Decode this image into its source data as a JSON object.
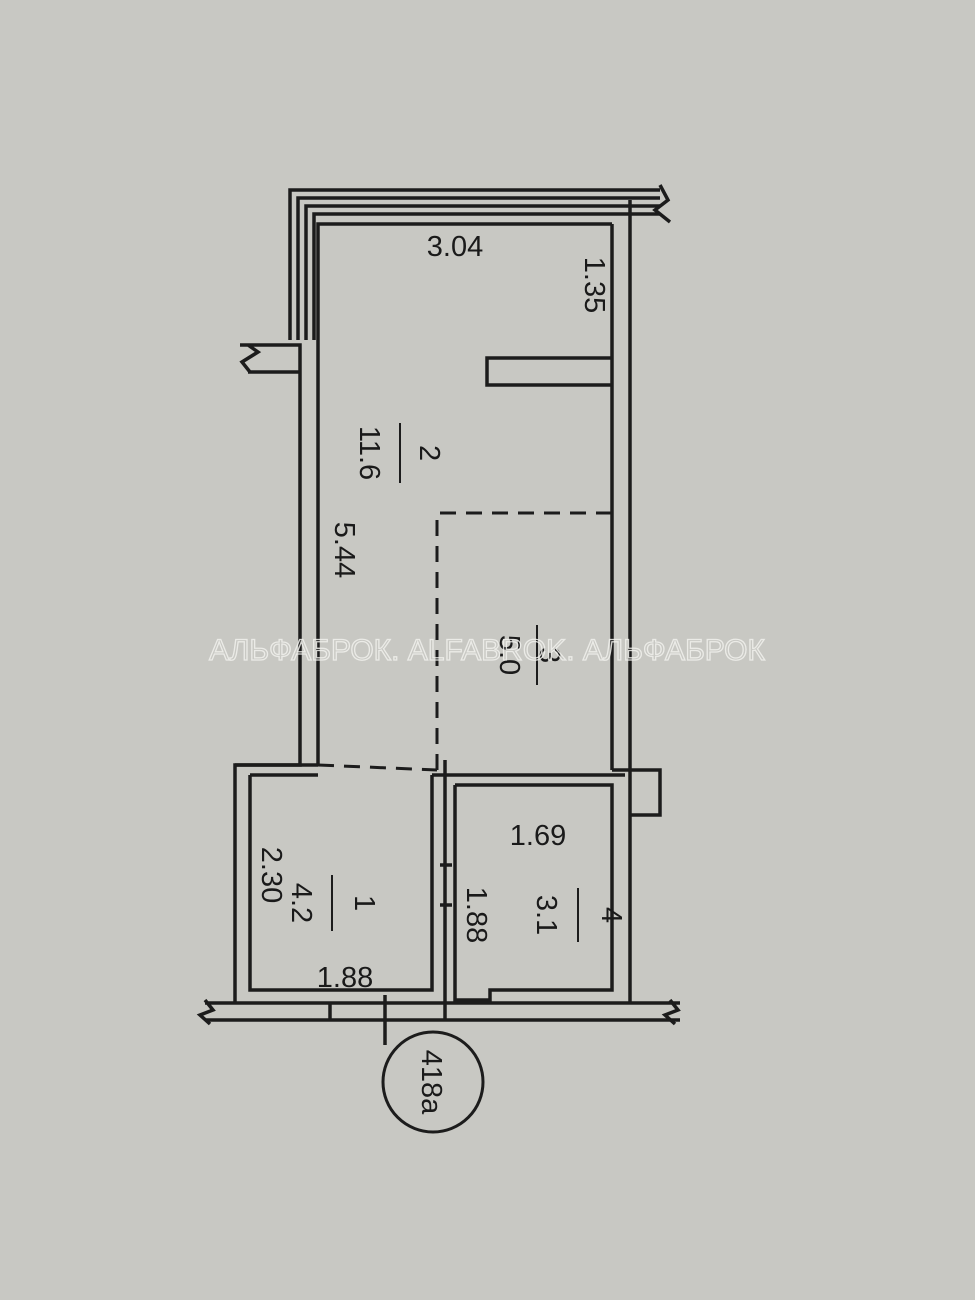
{
  "plan": {
    "apartment_number": "418a",
    "watermark": "АЛЬФАБРОК. ALFABROK. АЛЬФАБРОК",
    "rooms": [
      {
        "number": "1",
        "area": "4.2",
        "dims": [
          "2.30",
          "1.88"
        ]
      },
      {
        "number": "2",
        "area": "11.6",
        "dims": [
          "3.04",
          "1.35",
          "5.44"
        ]
      },
      {
        "number": "3",
        "area": "5.0"
      },
      {
        "number": "4",
        "area": "3.1",
        "dims": [
          "1.69",
          "1.88"
        ]
      }
    ]
  }
}
